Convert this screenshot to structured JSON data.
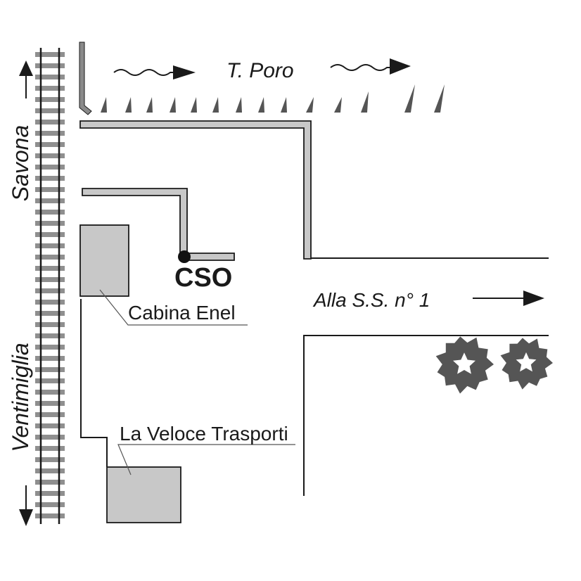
{
  "labels": {
    "river": "T. Poro",
    "north_direction": "Savona",
    "south_direction": "Ventimiglia",
    "road_direction": "Alla S.S. n° 1",
    "cso": "CSO",
    "cabina": "Cabina Enel",
    "transport": "La Veloce Trasporti"
  },
  "colors": {
    "line": "#1a1a1a",
    "fill_gray": "#c8c8c8",
    "tree": "#555555",
    "spike": "#555555"
  },
  "icons": {
    "tree": "tree-icon",
    "arrow": "arrow-icon",
    "wave": "wave-icon",
    "cso_point": "point-marker-icon"
  }
}
